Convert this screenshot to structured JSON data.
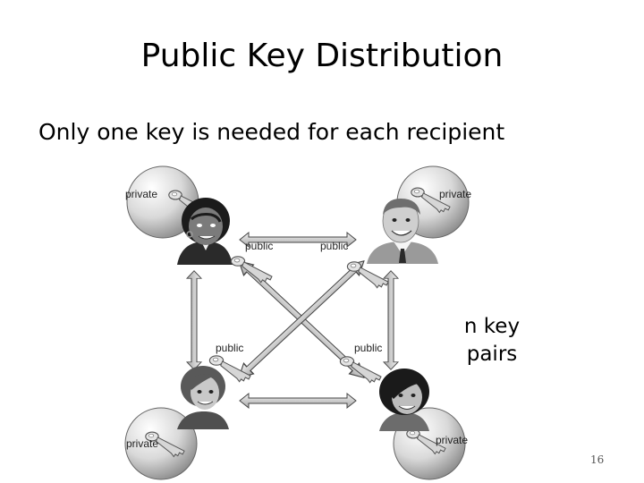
{
  "slide": {
    "title": "Public Key Distribution",
    "subtitle": "Only one key is needed for each recipient",
    "note": "n key pairs",
    "page_number": "16"
  },
  "diagram": {
    "nodes": [
      {
        "id": "user-top-left",
        "private_label": "private",
        "public_label": "public"
      },
      {
        "id": "user-top-right",
        "private_label": "private",
        "public_label": "public"
      },
      {
        "id": "user-bottom-left",
        "private_label": "private",
        "public_label": "public"
      },
      {
        "id": "user-bottom-right",
        "private_label": "private",
        "public_label": "public"
      }
    ],
    "icons": {
      "key": "key-icon",
      "bubble": "key-bubble-icon",
      "person": "person-avatar-icon",
      "arrow": "double-arrow"
    }
  }
}
